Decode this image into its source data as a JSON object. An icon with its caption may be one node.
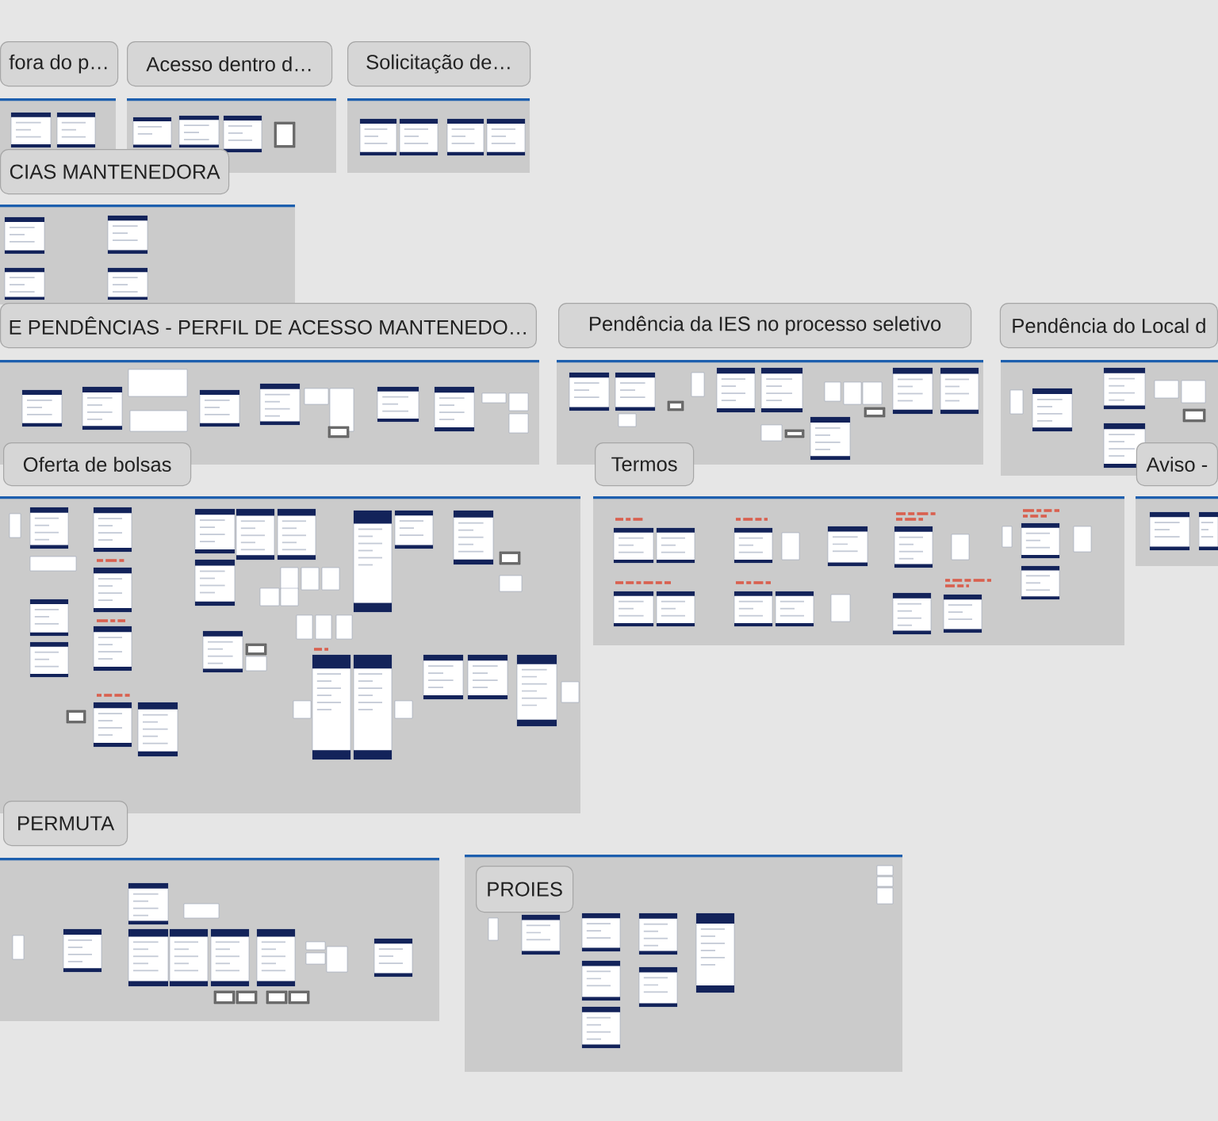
{
  "diagram": {
    "nodes": [
      {
        "text": [
          "fora do p…"
        ]
      },
      {
        "text": [
          "Acesso dentro d…"
        ]
      },
      {
        "text": [
          "Solicitação de…"
        ]
      },
      {
        "text": [
          "CIAS MANTENEDORA"
        ]
      },
      {
        "text": [
          "E PENDÊNCIAS - PERFIL DE ACESSO MANTENEDO…"
        ]
      },
      {
        "text": [
          "Pendência da IES no processo seletivo"
        ]
      },
      {
        "text": [
          "Pendência do Local d"
        ]
      },
      {
        "text": [
          "Oferta de bolsas"
        ]
      },
      {
        "text": [
          "Termos"
        ]
      },
      {
        "text": [
          "Aviso -"
        ]
      },
      {
        "text": [
          "PERMUTA"
        ]
      },
      {
        "text": [
          "PROIES"
        ]
      }
    ]
  }
}
